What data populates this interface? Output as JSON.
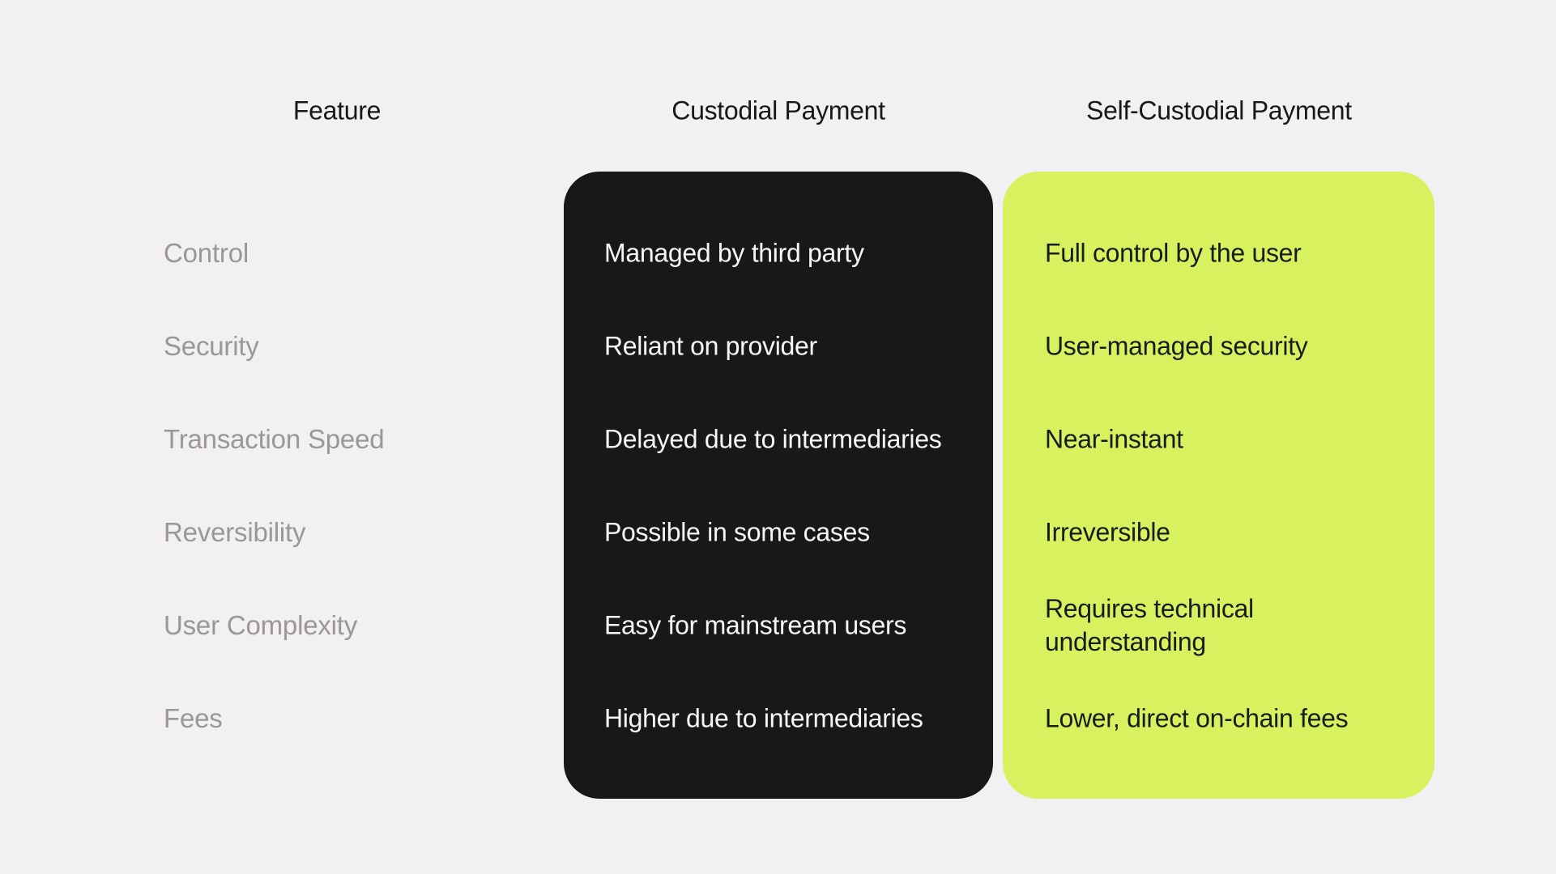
{
  "headers": {
    "feature": "Feature",
    "custodial": "Custodial Payment",
    "self_custodial": "Self-Custodial Payment"
  },
  "rows": [
    {
      "feature": "Control",
      "custodial": "Managed by third party",
      "self_custodial": "Full control by the user"
    },
    {
      "feature": "Security",
      "custodial": "Reliant on provider",
      "self_custodial": "User-managed security"
    },
    {
      "feature": "Transaction Speed",
      "custodial": "Delayed due to intermediaries",
      "self_custodial": "Near-instant"
    },
    {
      "feature": "Reversibility",
      "custodial": "Possible in some cases",
      "self_custodial": "Irreversible"
    },
    {
      "feature": "User Complexity",
      "custodial": "Easy for mainstream users",
      "self_custodial": "Requires technical\nunderstanding"
    },
    {
      "feature": "Fees",
      "custodial": "Higher due to intermediaries",
      "self_custodial": "Lower, direct on-chain fees"
    }
  ],
  "colors": {
    "background": "#F2F0F3",
    "header_text": "#1A171B",
    "feature_label_text": "#9A969A",
    "custodial_card_bg": "#1A171B",
    "custodial_card_text": "#F7F5F7",
    "self_custodial_card_bg": "#D8F15F",
    "self_custodial_card_text": "#171D1F"
  },
  "chart_data": {
    "type": "table",
    "title": "",
    "columns": [
      "Feature",
      "Custodial Payment",
      "Self-Custodial Payment"
    ],
    "rows": [
      [
        "Control",
        "Managed by third party",
        "Full control by the user"
      ],
      [
        "Security",
        "Reliant on provider",
        "User-managed security"
      ],
      [
        "Transaction Speed",
        "Delayed due to intermediaries",
        "Near-instant"
      ],
      [
        "Reversibility",
        "Possible in some cases",
        "Irreversible"
      ],
      [
        "User Complexity",
        "Easy for mainstream users",
        "Requires technical understanding"
      ],
      [
        "Fees",
        "Higher due to intermediaries",
        "Lower, direct on-chain fees"
      ]
    ],
    "layout": {
      "legend": false,
      "grid": false,
      "custodial_column_style": "dark rounded card",
      "self_custodial_column_style": "lime rounded card"
    }
  }
}
